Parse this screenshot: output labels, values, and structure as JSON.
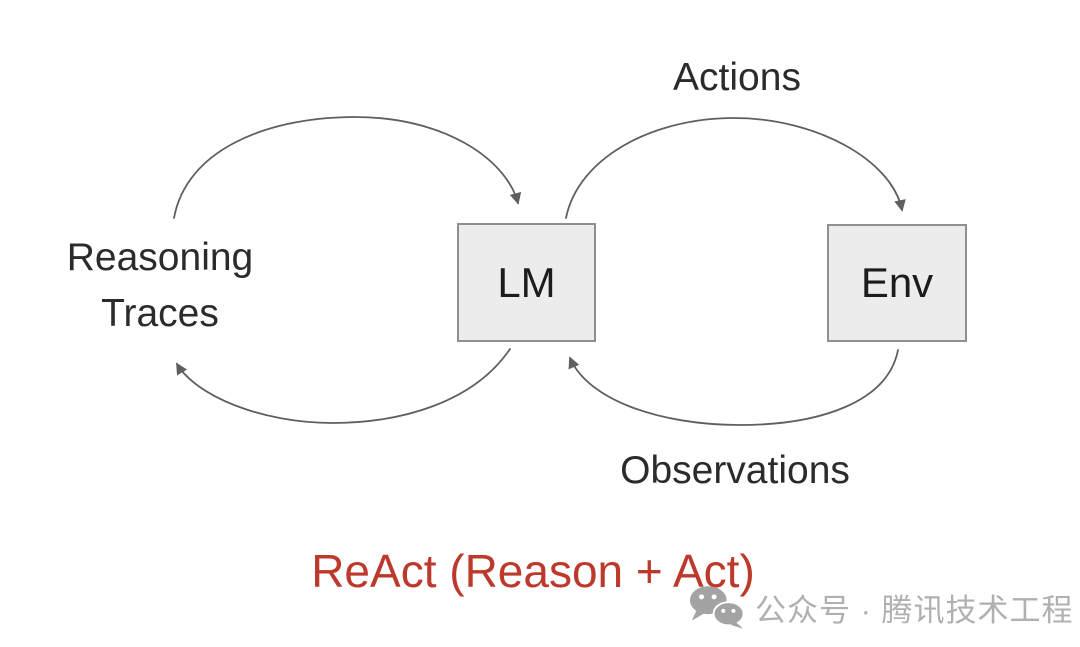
{
  "diagram": {
    "title": "ReAct (Reason + Act)",
    "title_color": "#bc392b",
    "nodes": {
      "lm": "LM",
      "env": "Env"
    },
    "labels": {
      "reasoning_line1": "Reasoning",
      "reasoning_line2": "Traces",
      "actions": "Actions",
      "observations": "Observations"
    },
    "arrows": [
      {
        "from": "Reasoning Traces",
        "to": "LM"
      },
      {
        "from": "LM",
        "to": "Reasoning Traces"
      },
      {
        "from": "LM",
        "to": "Env",
        "label": "Actions"
      },
      {
        "from": "Env",
        "to": "LM",
        "label": "Observations"
      }
    ],
    "colors": {
      "arrow": "#5f5f5f",
      "node_fill": "#ececec",
      "node_border": "#8f8f8f",
      "label_text": "#2b2b2b"
    }
  },
  "watermark": {
    "icon": "wechat-logo",
    "text": "公众号 · 腾讯技术工程",
    "color": "#b0b0b0"
  }
}
